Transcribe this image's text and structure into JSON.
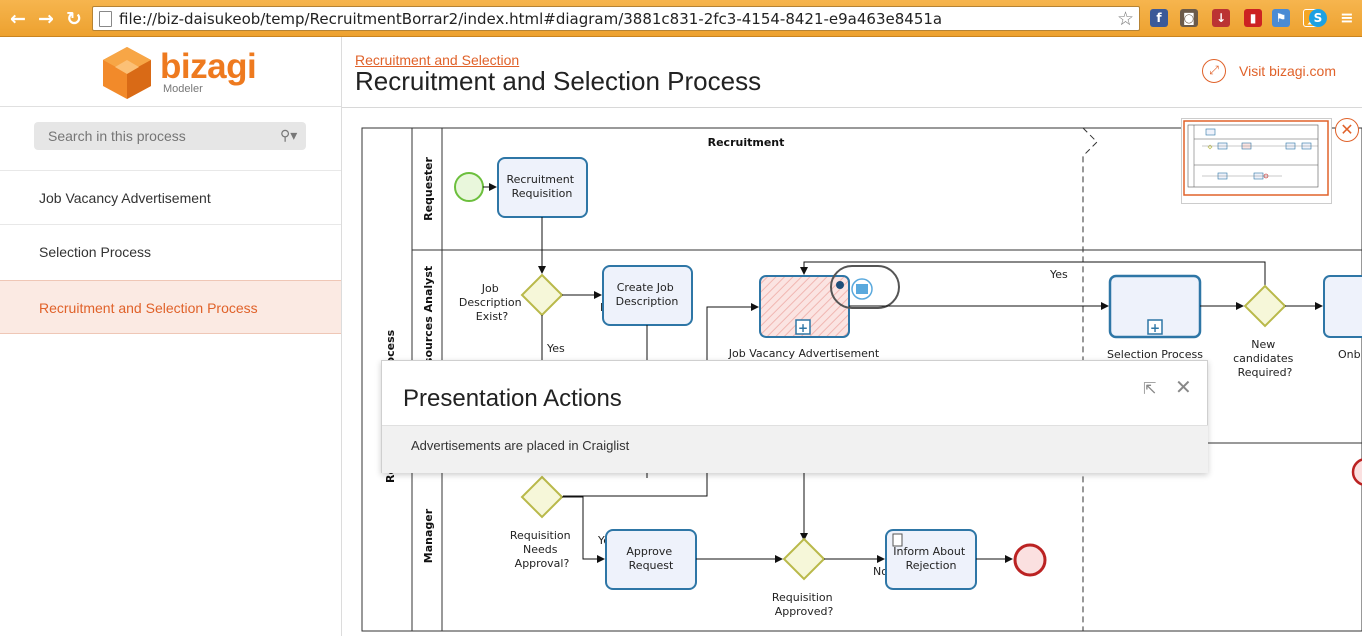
{
  "browser": {
    "url": "file://biz-daisukeob/temp/RecruitmentBorrar2/index.html#diagram/3881c831-2fc3-4154-8421-e9a463e8451a",
    "back_icon": "back-arrow-icon",
    "forward_icon": "forward-arrow-icon",
    "reload_icon": "reload-icon",
    "extensions": [
      "facebook-icon",
      "instagram-icon",
      "download-icon",
      "bookmark-icon",
      "flag-icon",
      "rss-icon",
      "skype-icon",
      "menu-icon"
    ]
  },
  "logo": {
    "word": "bizagi",
    "sub": "Modeler"
  },
  "sidebar": {
    "search_placeholder": "Search in this process",
    "items": [
      {
        "label": "Job Vacancy Advertisement",
        "active": false
      },
      {
        "label": "Selection Process",
        "active": false
      },
      {
        "label": "Recruitment and Selection Process",
        "active": true
      }
    ]
  },
  "header": {
    "breadcrumb": "Recruitment and Selection",
    "title": "Recruitment and Selection Process",
    "visit_link": "Visit bizagi.com"
  },
  "diagram": {
    "pool_label": "ection Process",
    "pool_label_bottom": "Re",
    "phase_label": "Recruitment",
    "lanes": [
      "Requester",
      "sources Analyst",
      "Manager"
    ],
    "tasks": {
      "recruitment_requisition": [
        "Recruitment",
        "Requisition"
      ],
      "create_job_description": [
        "Create Job",
        "Description"
      ],
      "approve_request": [
        "Approve",
        "Request"
      ],
      "inform_about_rejection": [
        "Inform About",
        "Rejection"
      ]
    },
    "subprocess_labels": {
      "job_vacancy": "Job Vacancy Advertisement",
      "selection": "Selection Process",
      "onboarding": "Onb"
    },
    "gateways": {
      "job_description_exist": [
        "Job",
        "Description",
        "Exist?"
      ],
      "new_candidates": [
        "New",
        "candidates",
        "Required?"
      ],
      "requisition_needs_approval": [
        "Requisition",
        "Needs",
        "Approval?"
      ],
      "requisition_approved": [
        "Requisition",
        "Approved?"
      ]
    },
    "flow_labels": {
      "yes": "Yes",
      "no": "No"
    }
  },
  "popup": {
    "title": "Presentation Actions",
    "text": "Advertisements are placed in Craiglist"
  }
}
